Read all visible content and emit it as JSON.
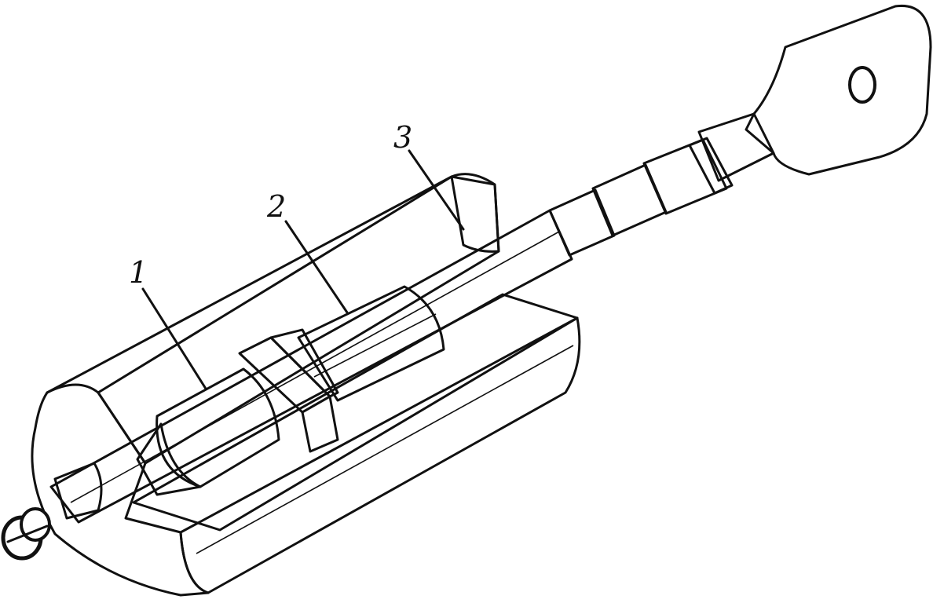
{
  "callouts": [
    {
      "label": "1"
    },
    {
      "label": "2"
    },
    {
      "label": "3"
    }
  ],
  "colors": {
    "ink": "#111111",
    "paper": "#ffffff"
  }
}
